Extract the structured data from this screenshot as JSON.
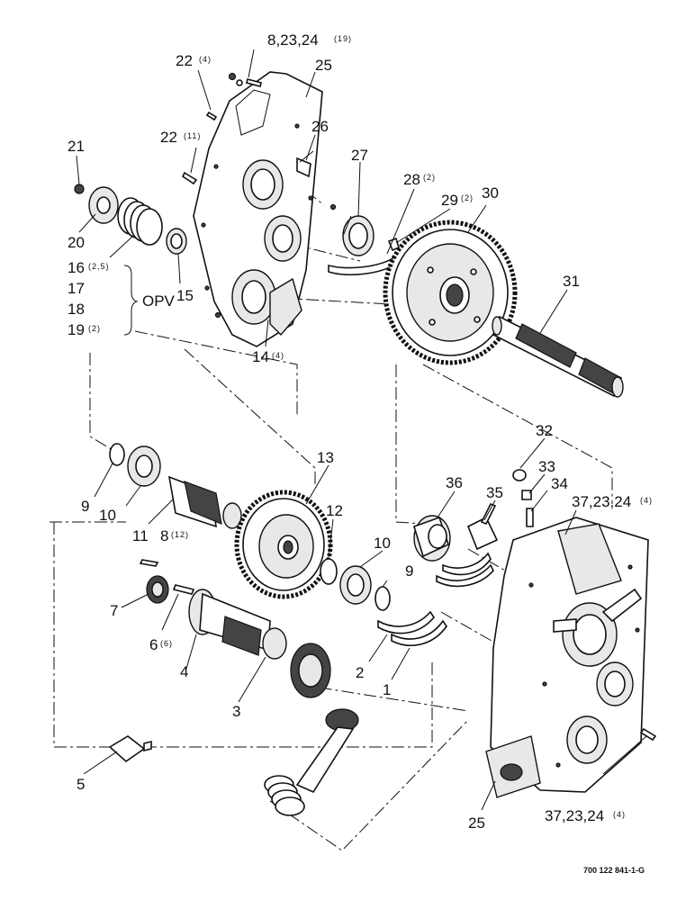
{
  "diagram": {
    "reference": "700 122 841-1-G",
    "callouts": {
      "c1": "1",
      "c2": "2",
      "c3": "3",
      "c4": "4",
      "c5": "5",
      "c6": "6",
      "c6q": "(6)",
      "c7": "7",
      "c8": "8",
      "c8q": "(12)",
      "c9a": "9",
      "c9b": "9",
      "c10a": "10",
      "c10b": "10",
      "c11": "11",
      "c12": "12",
      "c13": "13",
      "c14": "14",
      "c14q": "(4)",
      "c15": "15",
      "c16": "16",
      "c16q": "(2,5)",
      "c17": "17",
      "c18": "18",
      "c19": "19",
      "c19q": "(2)",
      "opv": "OPV",
      "c20": "20",
      "c21": "21",
      "c22a": "22",
      "c22aq": "(4)",
      "c22b": "22",
      "c22bq": "(11)",
      "c8top": "8,23,24",
      "c8topq": "(19)",
      "c25a": "25",
      "c25b": "25",
      "c26": "26",
      "c27": "27",
      "c28": "28",
      "c28q": "(2)",
      "c29": "29",
      "c29q": "(2)",
      "c30": "30",
      "c31": "31",
      "c32": "32",
      "c33": "33",
      "c34": "34",
      "c35": "35",
      "c36": "36",
      "c37a": "37,23,24",
      "c37aq": "(4)",
      "c37b": "37,23,24",
      "c37bq": "(4)"
    }
  }
}
